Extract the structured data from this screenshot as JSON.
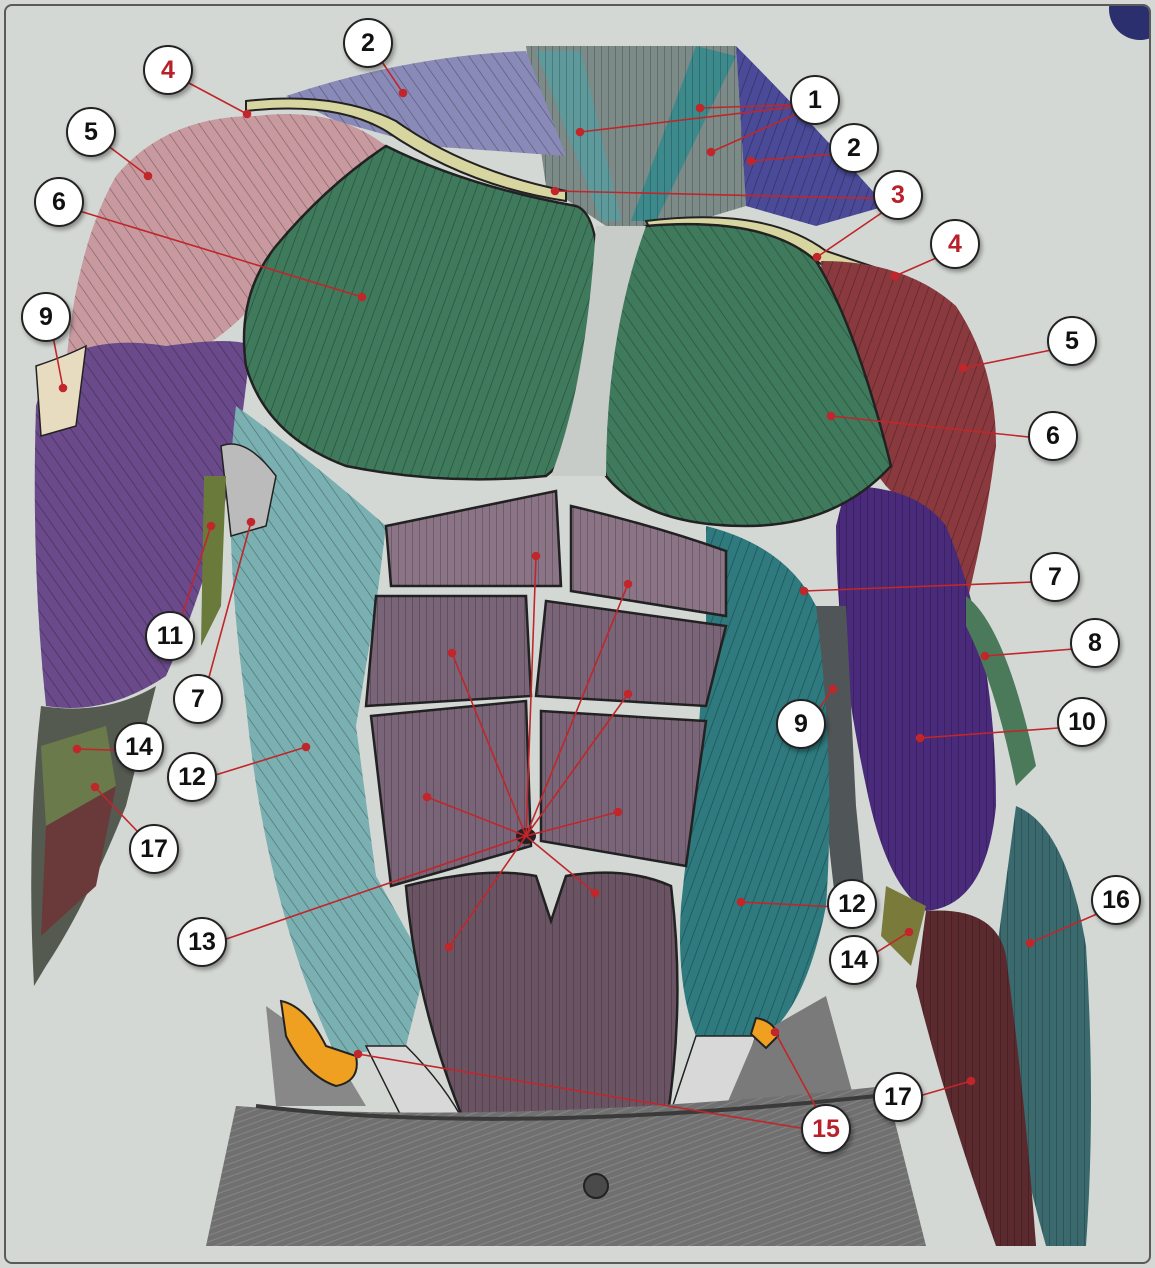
{
  "diagram": {
    "callouts": [
      {
        "label": "1",
        "color": "#111111"
      },
      {
        "label": "2",
        "color": "#111111"
      },
      {
        "label": "2",
        "color": "#111111"
      },
      {
        "label": "3",
        "color": "#b8202a"
      },
      {
        "label": "4",
        "color": "#b8202a"
      },
      {
        "label": "4",
        "color": "#b8202a"
      },
      {
        "label": "5",
        "color": "#111111"
      },
      {
        "label": "5",
        "color": "#111111"
      },
      {
        "label": "6",
        "color": "#111111"
      },
      {
        "label": "6",
        "color": "#111111"
      },
      {
        "label": "7",
        "color": "#111111"
      },
      {
        "label": "7",
        "color": "#111111"
      },
      {
        "label": "8",
        "color": "#111111"
      },
      {
        "label": "9",
        "color": "#111111"
      },
      {
        "label": "9",
        "color": "#111111"
      },
      {
        "label": "10",
        "color": "#111111"
      },
      {
        "label": "11",
        "color": "#111111"
      },
      {
        "label": "12",
        "color": "#111111"
      },
      {
        "label": "12",
        "color": "#111111"
      },
      {
        "label": "13",
        "color": "#111111"
      },
      {
        "label": "14",
        "color": "#111111"
      },
      {
        "label": "14",
        "color": "#111111"
      },
      {
        "label": "15",
        "color": "#b8202a"
      },
      {
        "label": "16",
        "color": "#111111"
      },
      {
        "label": "17",
        "color": "#111111"
      },
      {
        "label": "17",
        "color": "#111111"
      }
    ],
    "colors": {
      "background": "#d4d8d4",
      "pectoral": "#3f7a5c",
      "deltoid": "#9b4a52",
      "biceps": "#5a3a7a",
      "abdominal": "#6a5464",
      "oblique": "#4a8a8a",
      "clavicle": "#d8d6a0",
      "iliac_crest": "#f0a020",
      "trapezius": "#6a6aa8",
      "leader_line": "#c0262a",
      "jeans": "#6a6a6a"
    }
  }
}
